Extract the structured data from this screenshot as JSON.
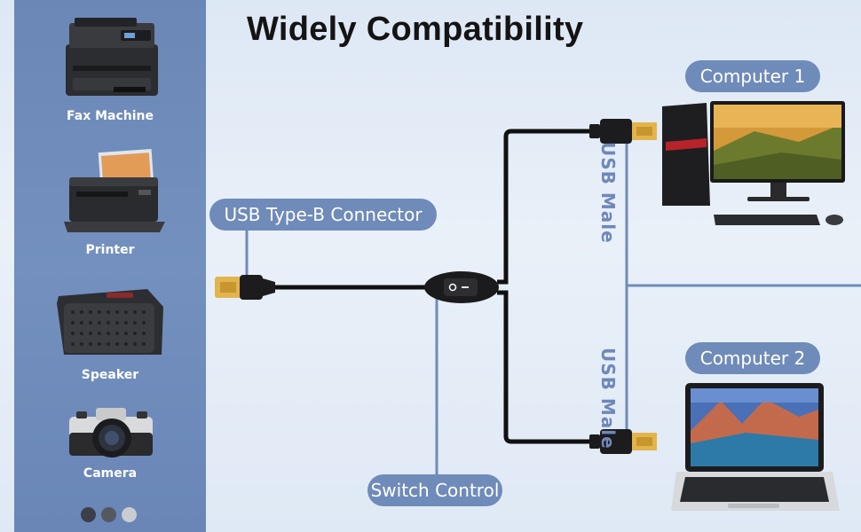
{
  "title": "Widely Compatibility",
  "devices": [
    {
      "label": "Fax Machine",
      "icon": "fax-machine-icon"
    },
    {
      "label": "Printer",
      "icon": "printer-icon"
    },
    {
      "label": "Speaker",
      "icon": "speaker-icon"
    },
    {
      "label": "Camera",
      "icon": "camera-icon"
    }
  ],
  "callouts": {
    "usb_b": "USB Type-B Connector",
    "switch": "Switch Control",
    "computer1": "Computer 1",
    "computer2": "Computer 2",
    "usb_male_top": "USB Male",
    "usb_male_bottom": "USB Male"
  },
  "colors": {
    "sidebar": "#6f8bb9",
    "accent": "#6f8bb9",
    "cable": "#111111",
    "dot_dark": "#3b3f47",
    "dot_mid": "#54585f",
    "dot_light": "#c9ccd1"
  }
}
